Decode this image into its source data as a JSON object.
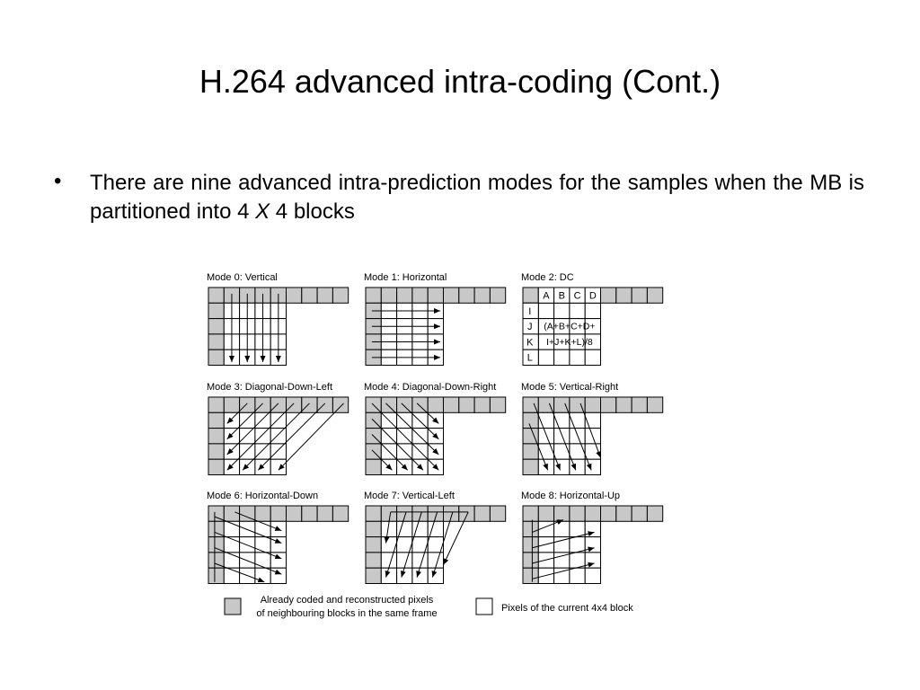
{
  "slide": {
    "title": "H.264 advanced intra-coding (Cont.)",
    "bullet": {
      "symbol": "•",
      "text_before": "There are nine advanced intra-prediction modes for the samples when the MB is partitioned into 4 ",
      "text_italic": "X",
      "text_after": " 4 blocks"
    }
  },
  "diagram": {
    "colors": {
      "coded": "#c8c8c8",
      "current": "#ffffff",
      "line": "#000000"
    },
    "modes": [
      {
        "label": "Mode 0: Vertical"
      },
      {
        "label": "Mode 1: Horizontal"
      },
      {
        "label": "Mode 2: DC"
      },
      {
        "label": "Mode 3: Diagonal-Down-Left"
      },
      {
        "label": "Mode 4: Diagonal-Down-Right"
      },
      {
        "label": "Mode 5: Vertical-Right"
      },
      {
        "label": "Mode 6: Horizontal-Down"
      },
      {
        "label": "Mode 7: Vertical-Left"
      },
      {
        "label": "Mode 8: Horizontal-Up"
      }
    ],
    "dc_mode": {
      "top_labels": [
        "A",
        "B",
        "C",
        "D"
      ],
      "left_labels": [
        "I",
        "J",
        "K",
        "L"
      ],
      "formula_line1": "(A+B+C+D+",
      "formula_line2": "I+J+K+L)/8"
    },
    "legend": {
      "coded_line1": "Already coded and reconstructed pixels",
      "coded_line2": "of neighbouring blocks in the same frame",
      "current": "Pixels of the current 4x4 block"
    }
  }
}
